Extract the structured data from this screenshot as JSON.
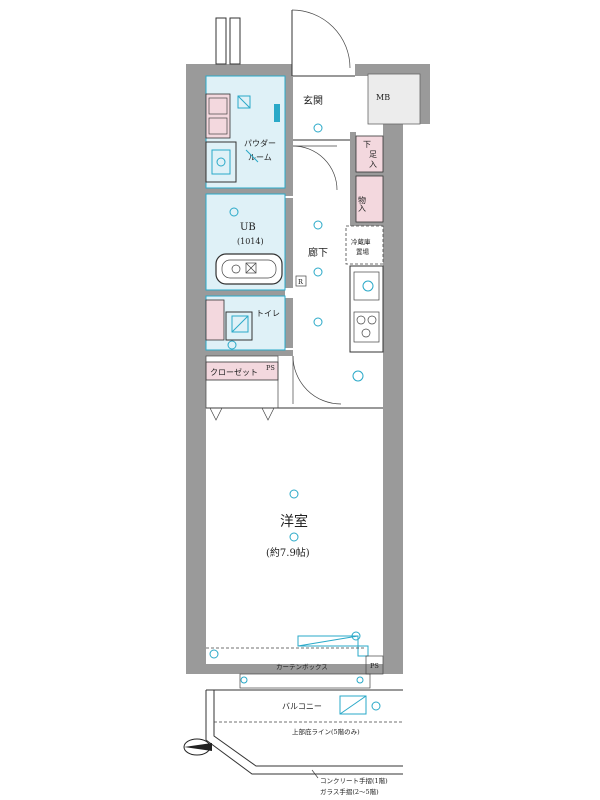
{
  "rooms": {
    "genkan": "玄関",
    "mb": "MB",
    "powder_1": "パウダー",
    "powder_2": "ルーム",
    "shitabako_1": "下",
    "shitabako_2": "足",
    "shitabako_3": "入",
    "storage": "物入",
    "ub": "UB",
    "ub_size": "(1014)",
    "corridor": "廊下",
    "fridge_1": "冷蔵庫",
    "fridge_2": "置場",
    "toilet": "トイレ",
    "closet": "クローゼット",
    "ps_top": "PS",
    "western_room": "洋室",
    "western_size": "(約7.9帖)",
    "curtain_box": "カーテンボックス",
    "ps_bottom": "PS",
    "balcony": "バルコニー",
    "upper_floor_line": "上部庇ライン(5階のみ)",
    "note_1": "コンクリート手摺(1階)",
    "note_2": "ガラス手摺(2～5階)"
  },
  "colors": {
    "wall": "#9a9a9a",
    "wet_area": "#d7eef5",
    "storage": "#f3d8de",
    "fixture_line": "#2aa9c8"
  },
  "icons": [
    "compass-icon",
    "ceiling-light-icon"
  ]
}
